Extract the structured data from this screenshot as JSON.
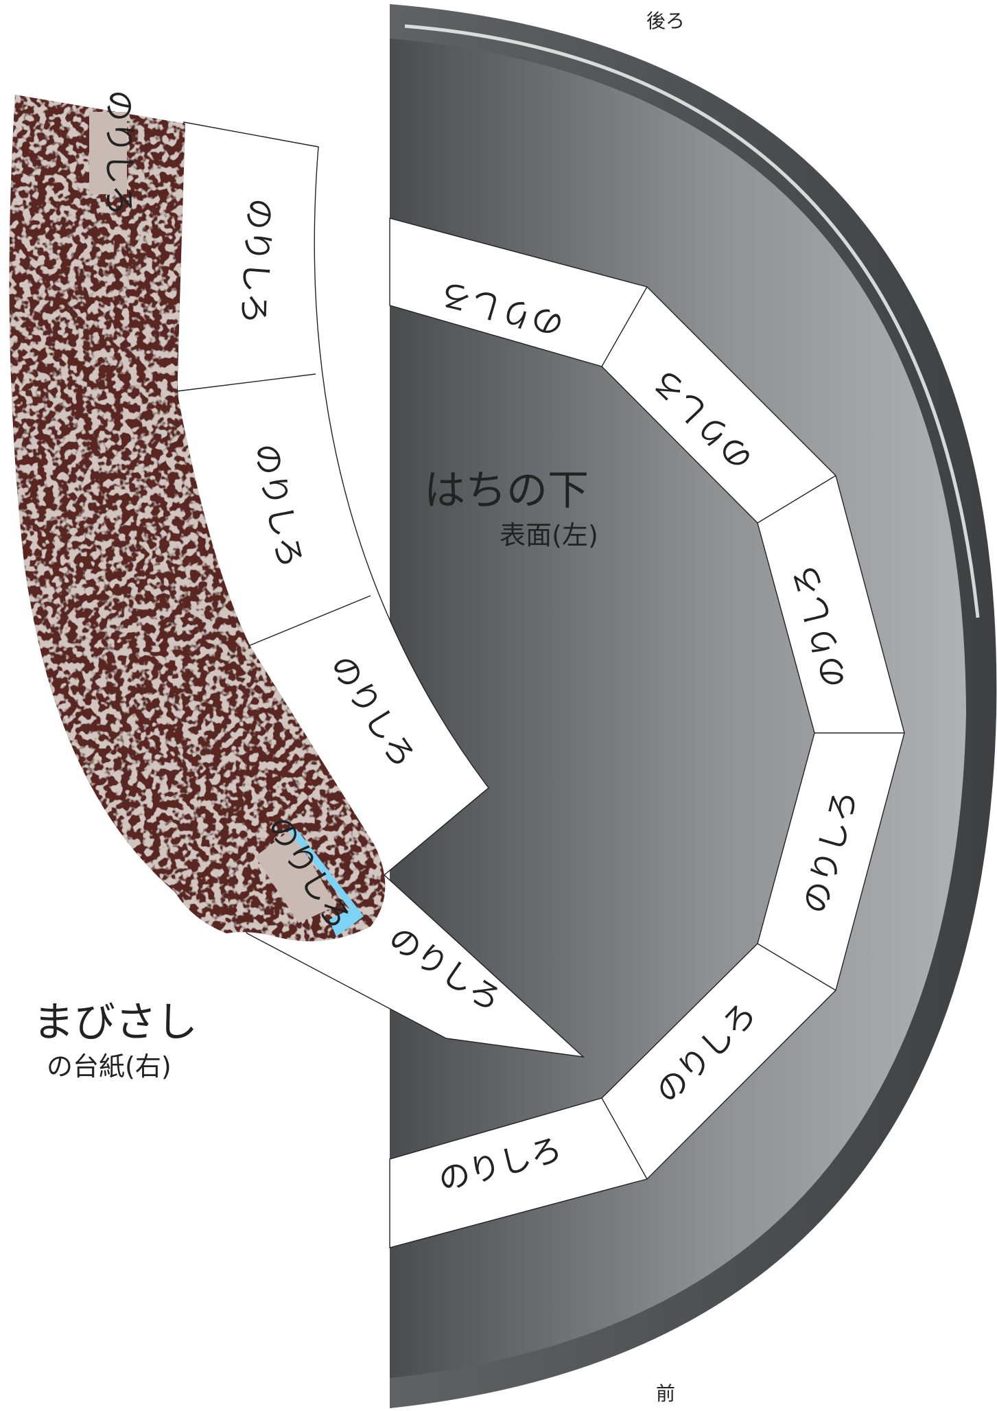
{
  "diagram": {
    "direction_top": "後ろ",
    "direction_bottom": "前",
    "hachi_title": "はちの下",
    "hachi_subtitle": "表面(左)",
    "mabisashi_title": "まびさし",
    "mabisashi_subtitle": "の台紙(右)",
    "glue_tab": "のりしろ",
    "colors": {
      "rim_dark": "#4f5154",
      "rim_light": "#a3a4a7",
      "brown_base": "#5a2620",
      "brown_speckle": "#a58f86",
      "glue_patch": "#c9bbb3",
      "cyan_strip": "#7dd3f5",
      "outline": "#222222"
    }
  }
}
